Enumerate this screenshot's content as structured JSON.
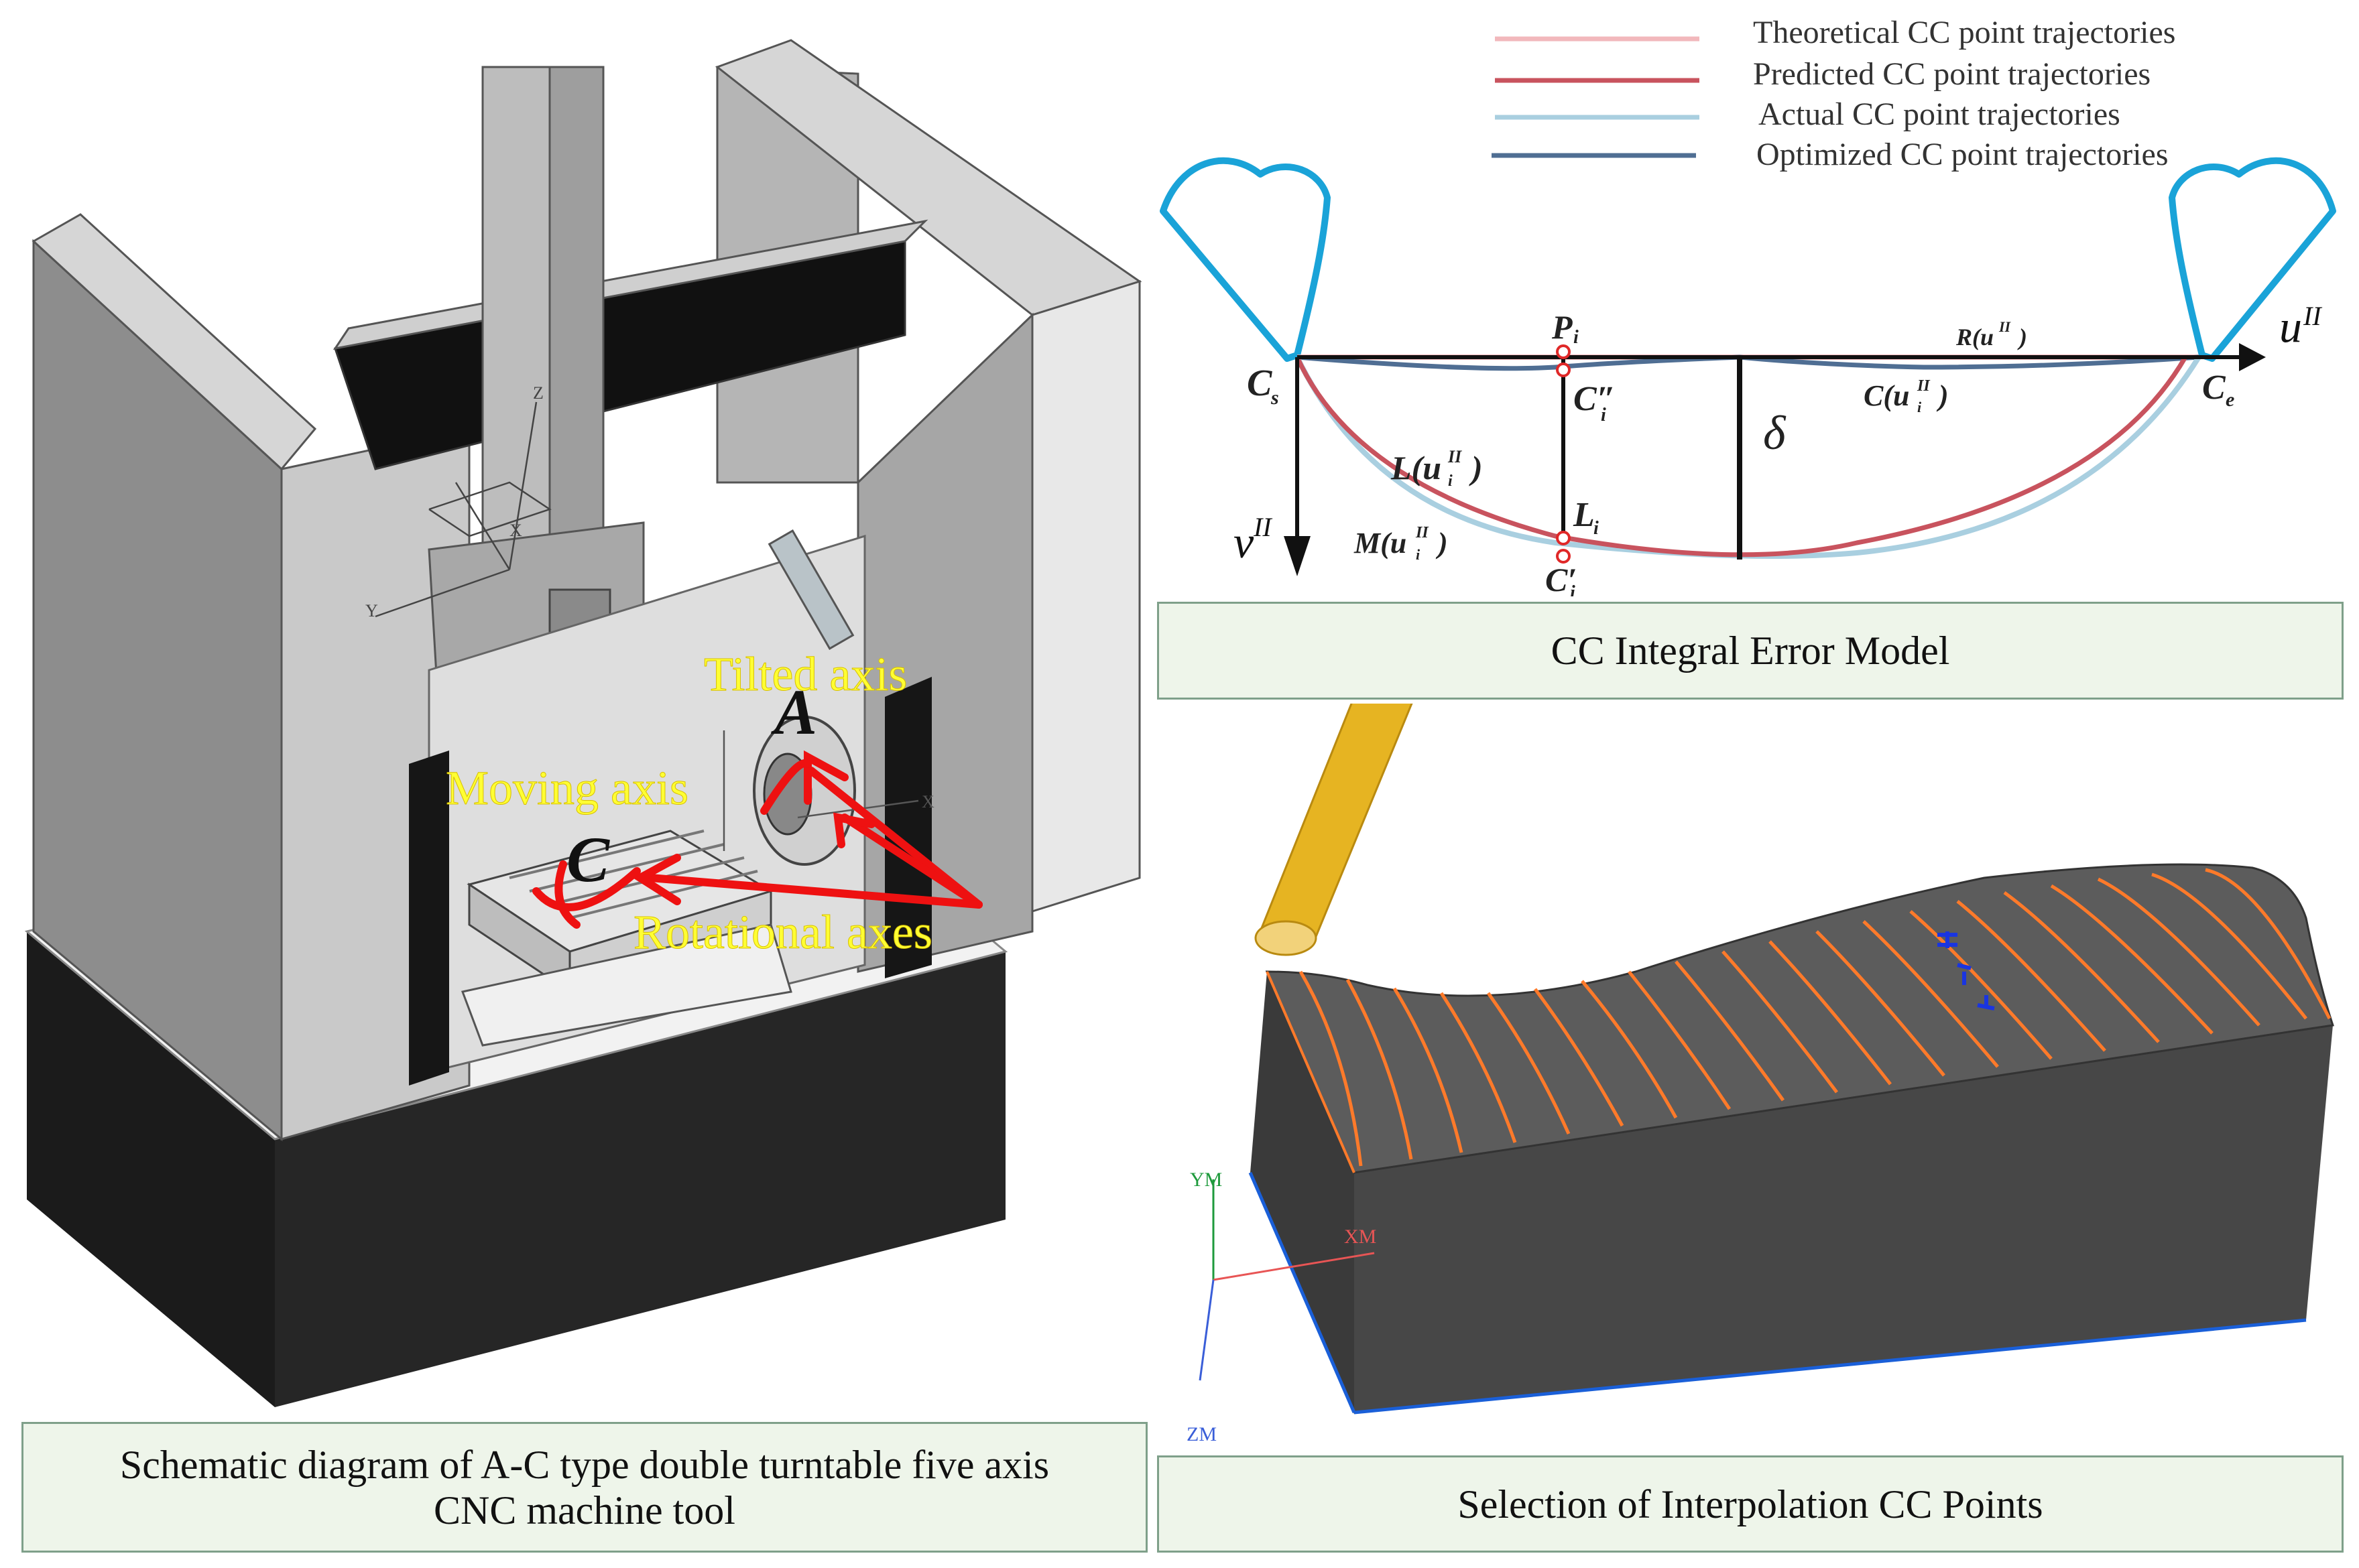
{
  "machine": {
    "labels": {
      "tilted": "Tilted axis",
      "moving": "Moving axis",
      "rotational": "Rotational axes",
      "a": "A",
      "c": "C"
    },
    "axis_letters": {
      "x": "X",
      "y": "Y",
      "z": "Z"
    },
    "caption_line1": "Schematic diagram of A-C type double turntable five axis",
    "caption_line2": "CNC machine tool"
  },
  "error_model": {
    "legend": [
      {
        "label": "Theoretical CC point trajectories",
        "color": "#f2b8bc"
      },
      {
        "label": "Predicted CC point trajectories",
        "color": "#c8535e"
      },
      {
        "label": "Actual CC point trajectories",
        "color": "#a9cfe0"
      },
      {
        "label": "Optimized CC point trajectories",
        "color": "#4f6e93"
      }
    ],
    "symbols": {
      "cs": "C",
      "cs_sub": "s",
      "ce": "C",
      "ce_sub": "e",
      "u_axis": "u",
      "u_sup": "II",
      "v_axis": "v",
      "v_sup": "II",
      "pi": "P",
      "pi_sub": "i",
      "ci2": "C″",
      "ci2_sub": "i",
      "li": "L",
      "li_sub": "i",
      "ci1": "C′",
      "ci1_sub": "i",
      "delta": "δ",
      "l_func": "L(u",
      "m_func": "M(u",
      "c_func": "C(u",
      "r_func": "R(u",
      "func_sup": "II",
      "func_sub": "i",
      "func_close": ")"
    },
    "caption": "CC Integral Error Model"
  },
  "selection": {
    "axis_labels": {
      "ym": "YM",
      "xm": "XM",
      "zm": "ZM"
    },
    "caption": "Selection of Interpolation CC Points"
  }
}
